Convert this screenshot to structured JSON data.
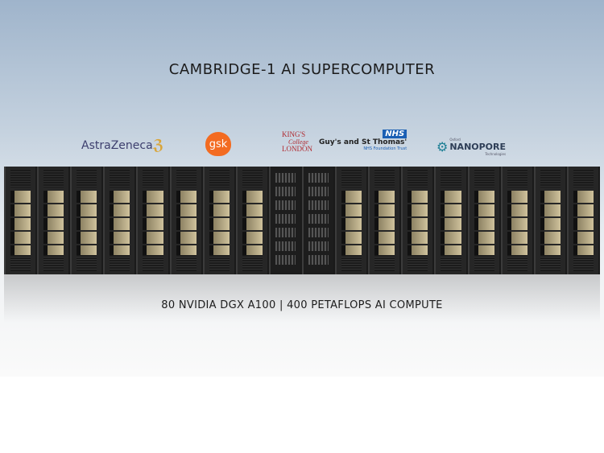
{
  "title": "CAMBRIDGE-1 AI SUPERCOMPUTER",
  "caption": "80 NVIDIA DGX A100  |  400 PETAFLOPS AI COMPUTE",
  "logos": {
    "astrazeneca": "AstraZeneca",
    "gsk": "gsk",
    "kings_line1": "KING'S",
    "kings_line2": "College",
    "kings_line3": "LONDON",
    "nhs": "NHS",
    "guys": "Guy's and St Thomas'",
    "nhs_trust": "NHS Foundation Trust",
    "oxford": "Oxford",
    "nanopore": "NANOPORE",
    "technologies": "Technologies"
  },
  "rack_count": 18,
  "network_racks": [
    8,
    9
  ]
}
